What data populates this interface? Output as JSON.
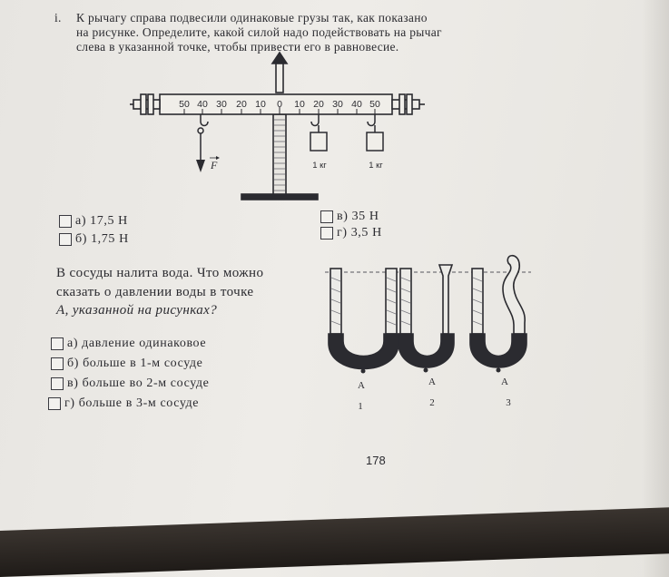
{
  "task1": {
    "number": "i.",
    "lines": [
      "К рычагу справа подвесили одинаковые грузы так, как показано",
      "на рисунке. Определите, какой силой надо подействовать на рычаг",
      "слева в указанной точке, чтобы привести его в равновесие."
    ],
    "ruler_labels": [
      "50",
      "40",
      "30",
      "20",
      "10",
      "0",
      "10",
      "20",
      "30",
      "40",
      "50"
    ],
    "force_label": "F",
    "weights": [
      "1 кг",
      "1 кг"
    ],
    "options": [
      {
        "label": "а) 17,5 Н"
      },
      {
        "label": "б) 1,75 Н"
      },
      {
        "label": "в) 35 Н"
      },
      {
        "label": "г) 3,5 Н"
      }
    ]
  },
  "task2": {
    "lines": [
      "В сосуды налита вода. Что можно",
      "сказать о давлении воды в точке",
      "А, указанной на рисунках?"
    ],
    "options": [
      {
        "label": "а) давление одинаковое"
      },
      {
        "label": "б) больше в 1-м сосуде"
      },
      {
        "label": "в) больше во 2-м сосуде"
      },
      {
        "label": "г) больше в 3-м сосуде"
      }
    ],
    "vessels": [
      {
        "point": "А",
        "number": "1"
      },
      {
        "point": "А",
        "number": "2"
      },
      {
        "point": "А",
        "number": "3"
      }
    ]
  },
  "page_number": "178"
}
